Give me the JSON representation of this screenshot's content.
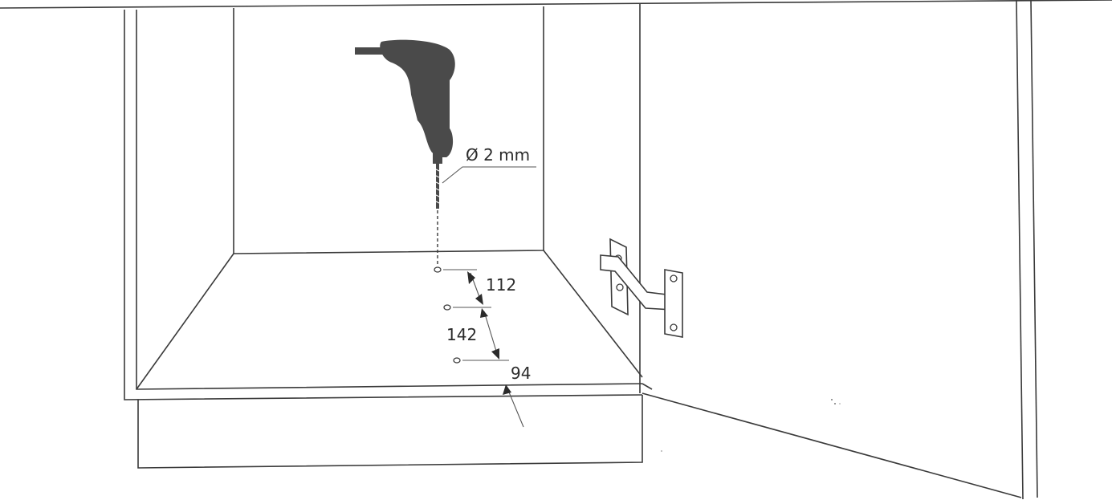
{
  "labels": {
    "drill_diameter": "Ø 2 mm",
    "dim_upper": "112",
    "dim_lower": "142",
    "dim_edge": "94"
  },
  "colors": {
    "line": "#3a3a3a",
    "drill_body": "#4a4a4a",
    "background": "#ffffff"
  },
  "icons": {
    "tool": "drill-icon",
    "hardware": "hinge-icon"
  }
}
